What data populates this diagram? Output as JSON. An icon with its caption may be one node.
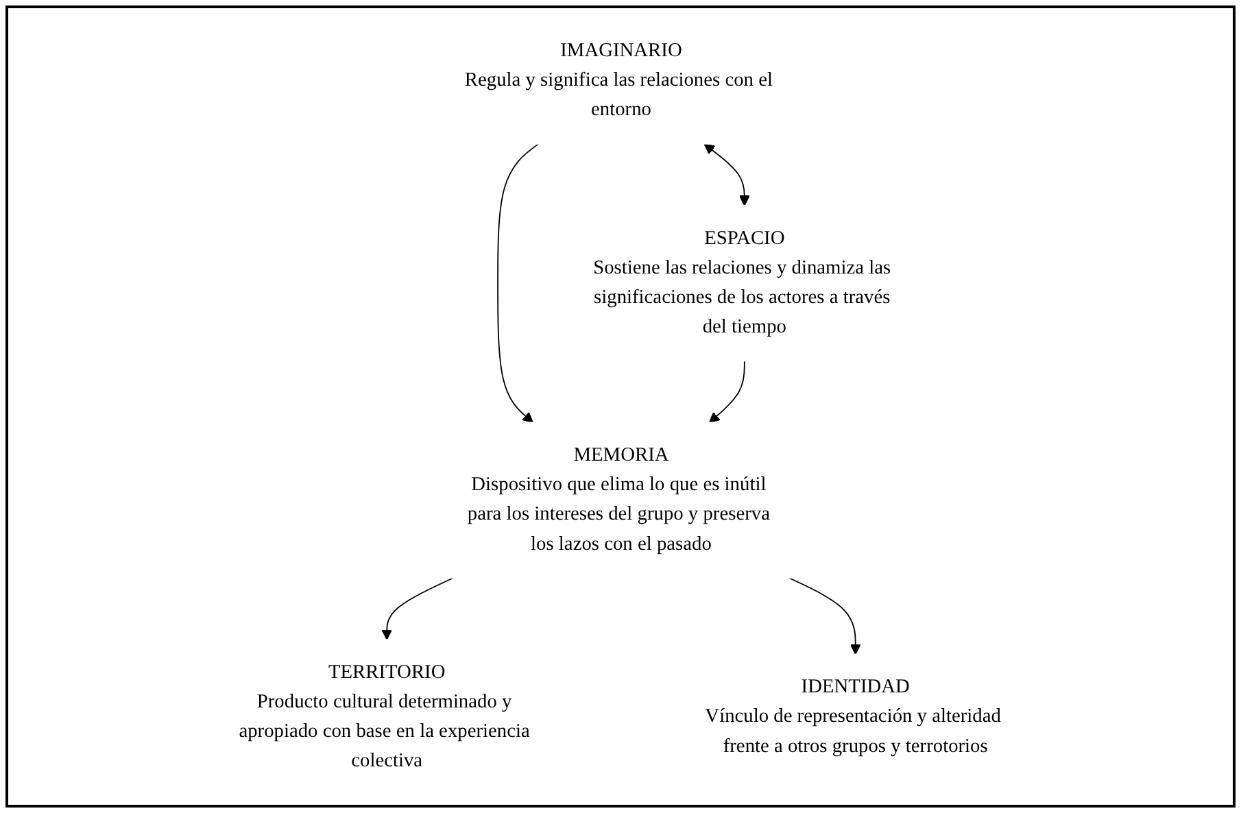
{
  "diagram": {
    "nodes": [
      {
        "text": [
          "IMAGINARIO",
          "Regula y significa las relaciones con el entorno"
        ]
      },
      {
        "text": [
          "ESPACIO",
          "Sostiene las relaciones y dinamiza las significaciones de los actores a través del tiempo"
        ]
      },
      {
        "text": [
          "MEMORIA",
          "Dispositivo que elima lo que es inútil para los intereses del grupo y preserva los lazos con el pasado"
        ]
      },
      {
        "text": [
          "TERRITORIO",
          "Producto cultural determinado y apropiado con base en la experiencia colectiva"
        ]
      },
      {
        "text": [
          "IDENTIDAD",
          "Vínculo de representación y alteridad frente a otros grupos y terrotorios"
        ]
      }
    ],
    "edges": [
      {
        "from": 0,
        "to": 1,
        "arrow": "both"
      },
      {
        "from": 0,
        "to": 2,
        "arrow": "to"
      },
      {
        "from": 1,
        "to": 2,
        "arrow": "to"
      },
      {
        "from": 2,
        "to": 3,
        "arrow": "to"
      },
      {
        "from": 2,
        "to": 4,
        "arrow": "to"
      }
    ]
  }
}
